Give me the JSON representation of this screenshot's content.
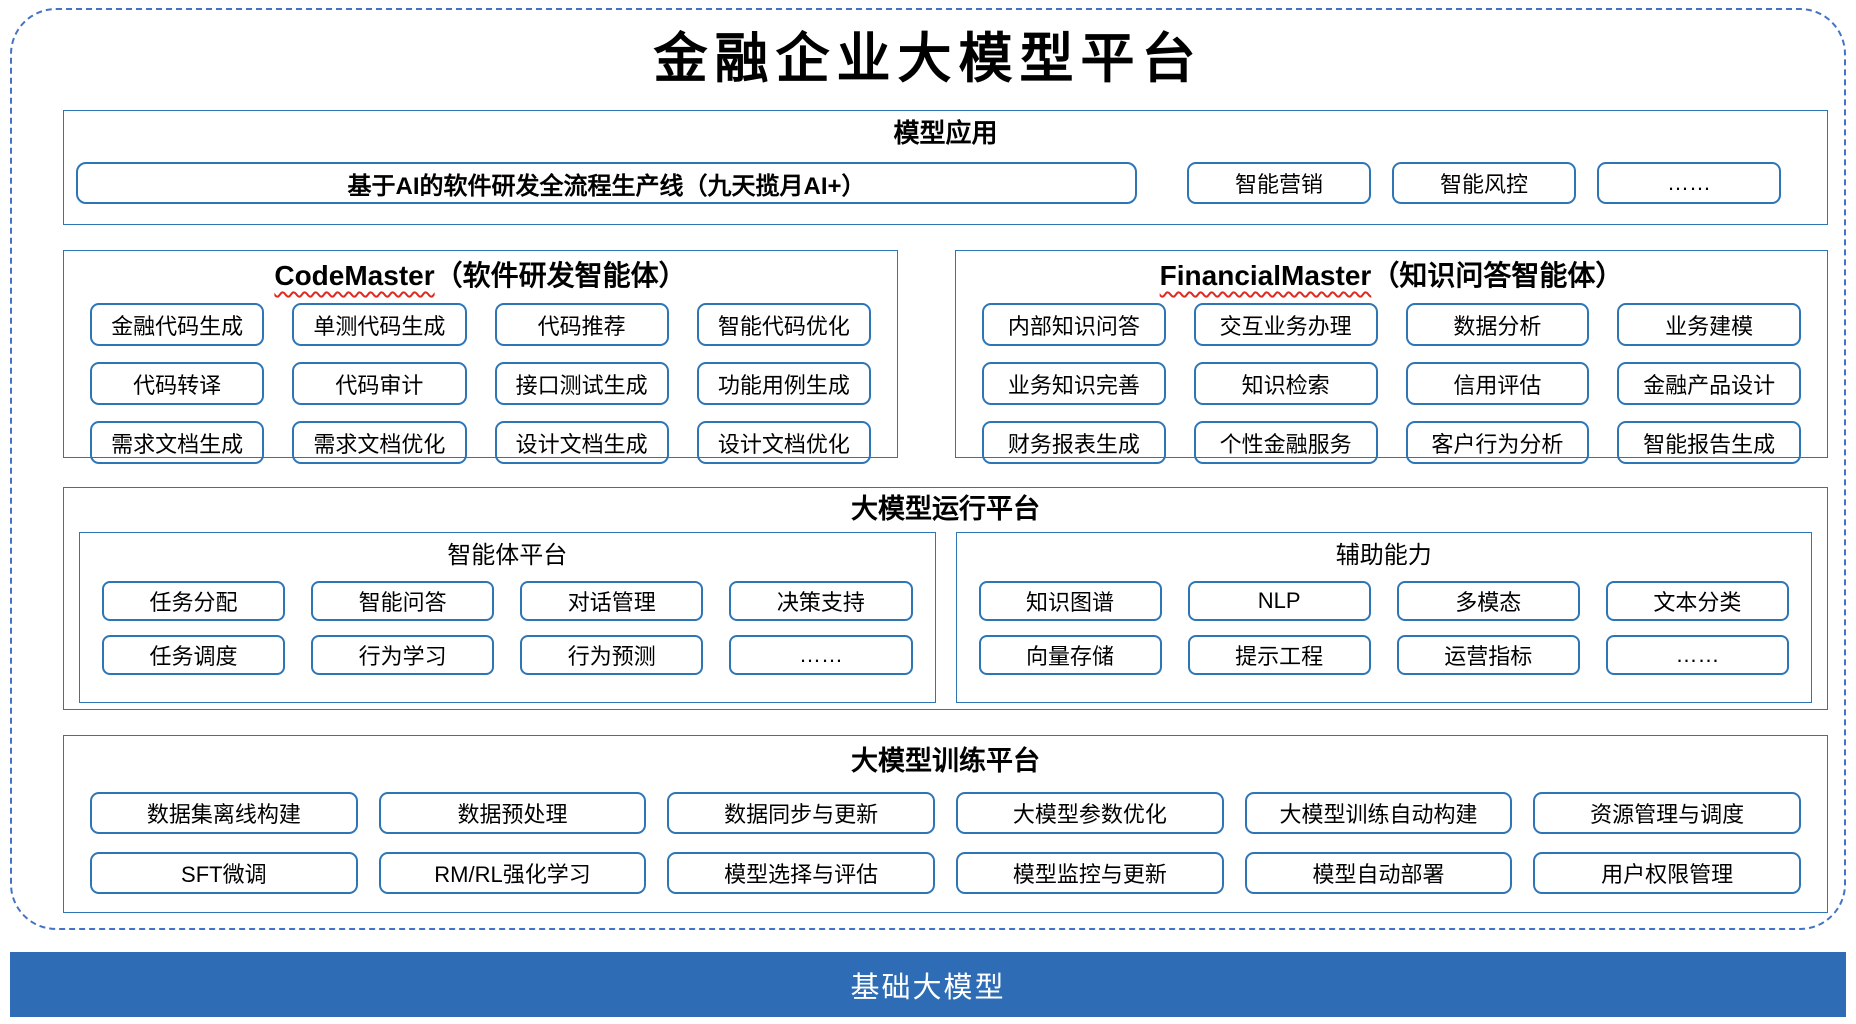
{
  "colors": {
    "box_border": "#2E75B6",
    "frame_dashed": "#4472C4",
    "bar_bg": "#2E6DB5",
    "bar_text": "#FFFFFF",
    "wavy": "#E02A1F",
    "ink": "#000000"
  },
  "title": "金融企业大模型平台",
  "model_applications": {
    "title": "模型应用",
    "pipeline": "基于AI的软件研发全流程生产线（九天揽月AI+）",
    "apps": [
      "智能营销",
      "智能风控",
      "……"
    ]
  },
  "codemaster": {
    "title_en": "CodeMaster",
    "title_zh": "（软件研发智能体）",
    "capabilities": [
      "金融代码生成",
      "单测代码生成",
      "代码推荐",
      "智能代码优化",
      "代码转译",
      "代码审计",
      "接口测试生成",
      "功能用例生成",
      "需求文档生成",
      "需求文档优化",
      "设计文档生成",
      "设计文档优化"
    ]
  },
  "financialmaster": {
    "title_en": "FinancialMaster",
    "title_zh": "（知识问答智能体）",
    "capabilities": [
      "内部知识问答",
      "交互业务办理",
      "数据分析",
      "业务建模",
      "业务知识完善",
      "知识检索",
      "信用评估",
      "金融产品设计",
      "财务报表生成",
      "个性金融服务",
      "客户行为分析",
      "智能报告生成"
    ]
  },
  "runtime_platform": {
    "title": "大模型运行平台",
    "agent_platform": {
      "title": "智能体平台",
      "items": [
        "任务分配",
        "智能问答",
        "对话管理",
        "决策支持",
        "任务调度",
        "行为学习",
        "行为预测",
        "……"
      ]
    },
    "auxiliary": {
      "title": "辅助能力",
      "items": [
        "知识图谱",
        "NLP",
        "多模态",
        "文本分类",
        "向量存储",
        "提示工程",
        "运营指标",
        "……"
      ]
    }
  },
  "training_platform": {
    "title": "大模型训练平台",
    "items": [
      "数据集离线构建",
      "数据预处理",
      "数据同步与更新",
      "大模型参数优化",
      "大模型训练自动构建",
      "资源管理与调度",
      "SFT微调",
      "RM/RL强化学习",
      "模型选择与评估",
      "模型监控与更新",
      "模型自动部署",
      "用户权限管理"
    ]
  },
  "foundation_model": {
    "title": "基础大模型"
  }
}
